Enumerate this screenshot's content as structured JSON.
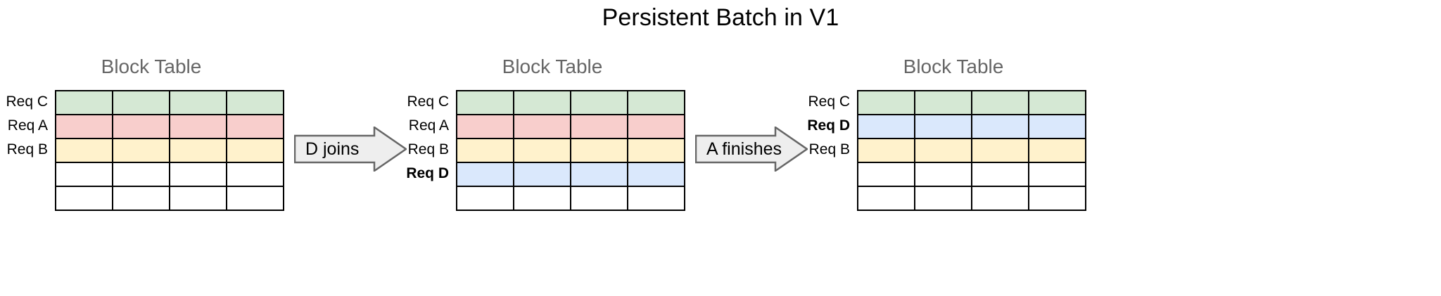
{
  "title": "Persistent Batch in V1",
  "colors": {
    "green": "#d5e8d4",
    "red": "#f8cecc",
    "yellow": "#fff2cc",
    "blue": "#dae8fc",
    "border": "#000000",
    "caption": "#666666",
    "arrow_fill": "#eeeeee",
    "arrow_border": "#666666"
  },
  "chart_data": {
    "type": "table",
    "title": "Persistent Batch in V1",
    "columns": 4,
    "rows_per_table": 5,
    "stages": [
      {
        "caption": "Block Table",
        "rows": [
          {
            "label": "Req C",
            "bold": false,
            "color": "green",
            "filled": true
          },
          {
            "label": "Req A",
            "bold": false,
            "color": "red",
            "filled": true
          },
          {
            "label": "Req B",
            "bold": false,
            "color": "yellow",
            "filled": true
          },
          {
            "label": "",
            "bold": false,
            "color": "empty",
            "filled": false
          },
          {
            "label": "",
            "bold": false,
            "color": "empty",
            "filled": false
          }
        ]
      },
      {
        "caption": "Block Table",
        "rows": [
          {
            "label": "Req C",
            "bold": false,
            "color": "green",
            "filled": true
          },
          {
            "label": "Req A",
            "bold": false,
            "color": "red",
            "filled": true
          },
          {
            "label": "Req B",
            "bold": false,
            "color": "yellow",
            "filled": true
          },
          {
            "label": "Req D",
            "bold": true,
            "color": "blue",
            "filled": true
          },
          {
            "label": "",
            "bold": false,
            "color": "empty",
            "filled": false
          }
        ]
      },
      {
        "caption": "Block Table",
        "rows": [
          {
            "label": "Req C",
            "bold": false,
            "color": "green",
            "filled": true
          },
          {
            "label": "Req D",
            "bold": true,
            "color": "blue",
            "filled": true
          },
          {
            "label": "Req B",
            "bold": false,
            "color": "yellow",
            "filled": true
          },
          {
            "label": "",
            "bold": false,
            "color": "empty",
            "filled": false
          },
          {
            "label": "",
            "bold": false,
            "color": "empty",
            "filled": false
          }
        ]
      }
    ],
    "transitions": [
      {
        "label": "D joins"
      },
      {
        "label": "A finishes"
      }
    ]
  }
}
